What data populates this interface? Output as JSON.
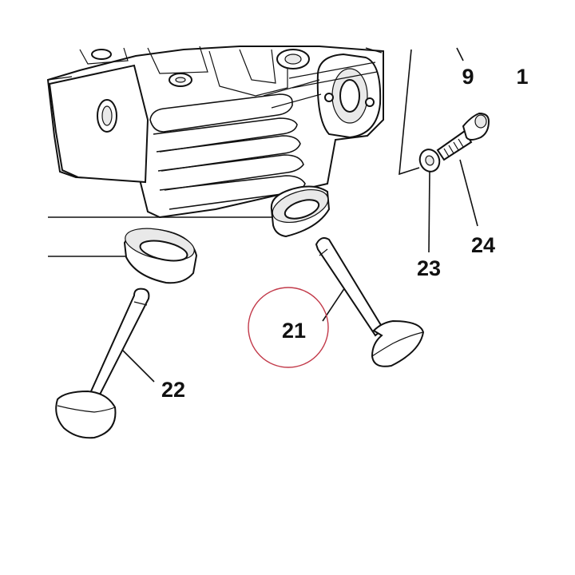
{
  "callouts": {
    "ref_9": "9",
    "ref_1": "1",
    "ref_24": "24",
    "ref_23": "23",
    "ref_21": "21",
    "ref_22": "22"
  },
  "highlight": {
    "target": "21",
    "color": "#c23a4a"
  },
  "colors": {
    "line": "#111111",
    "background": "#ffffff",
    "shade": "#e9e9e9"
  }
}
